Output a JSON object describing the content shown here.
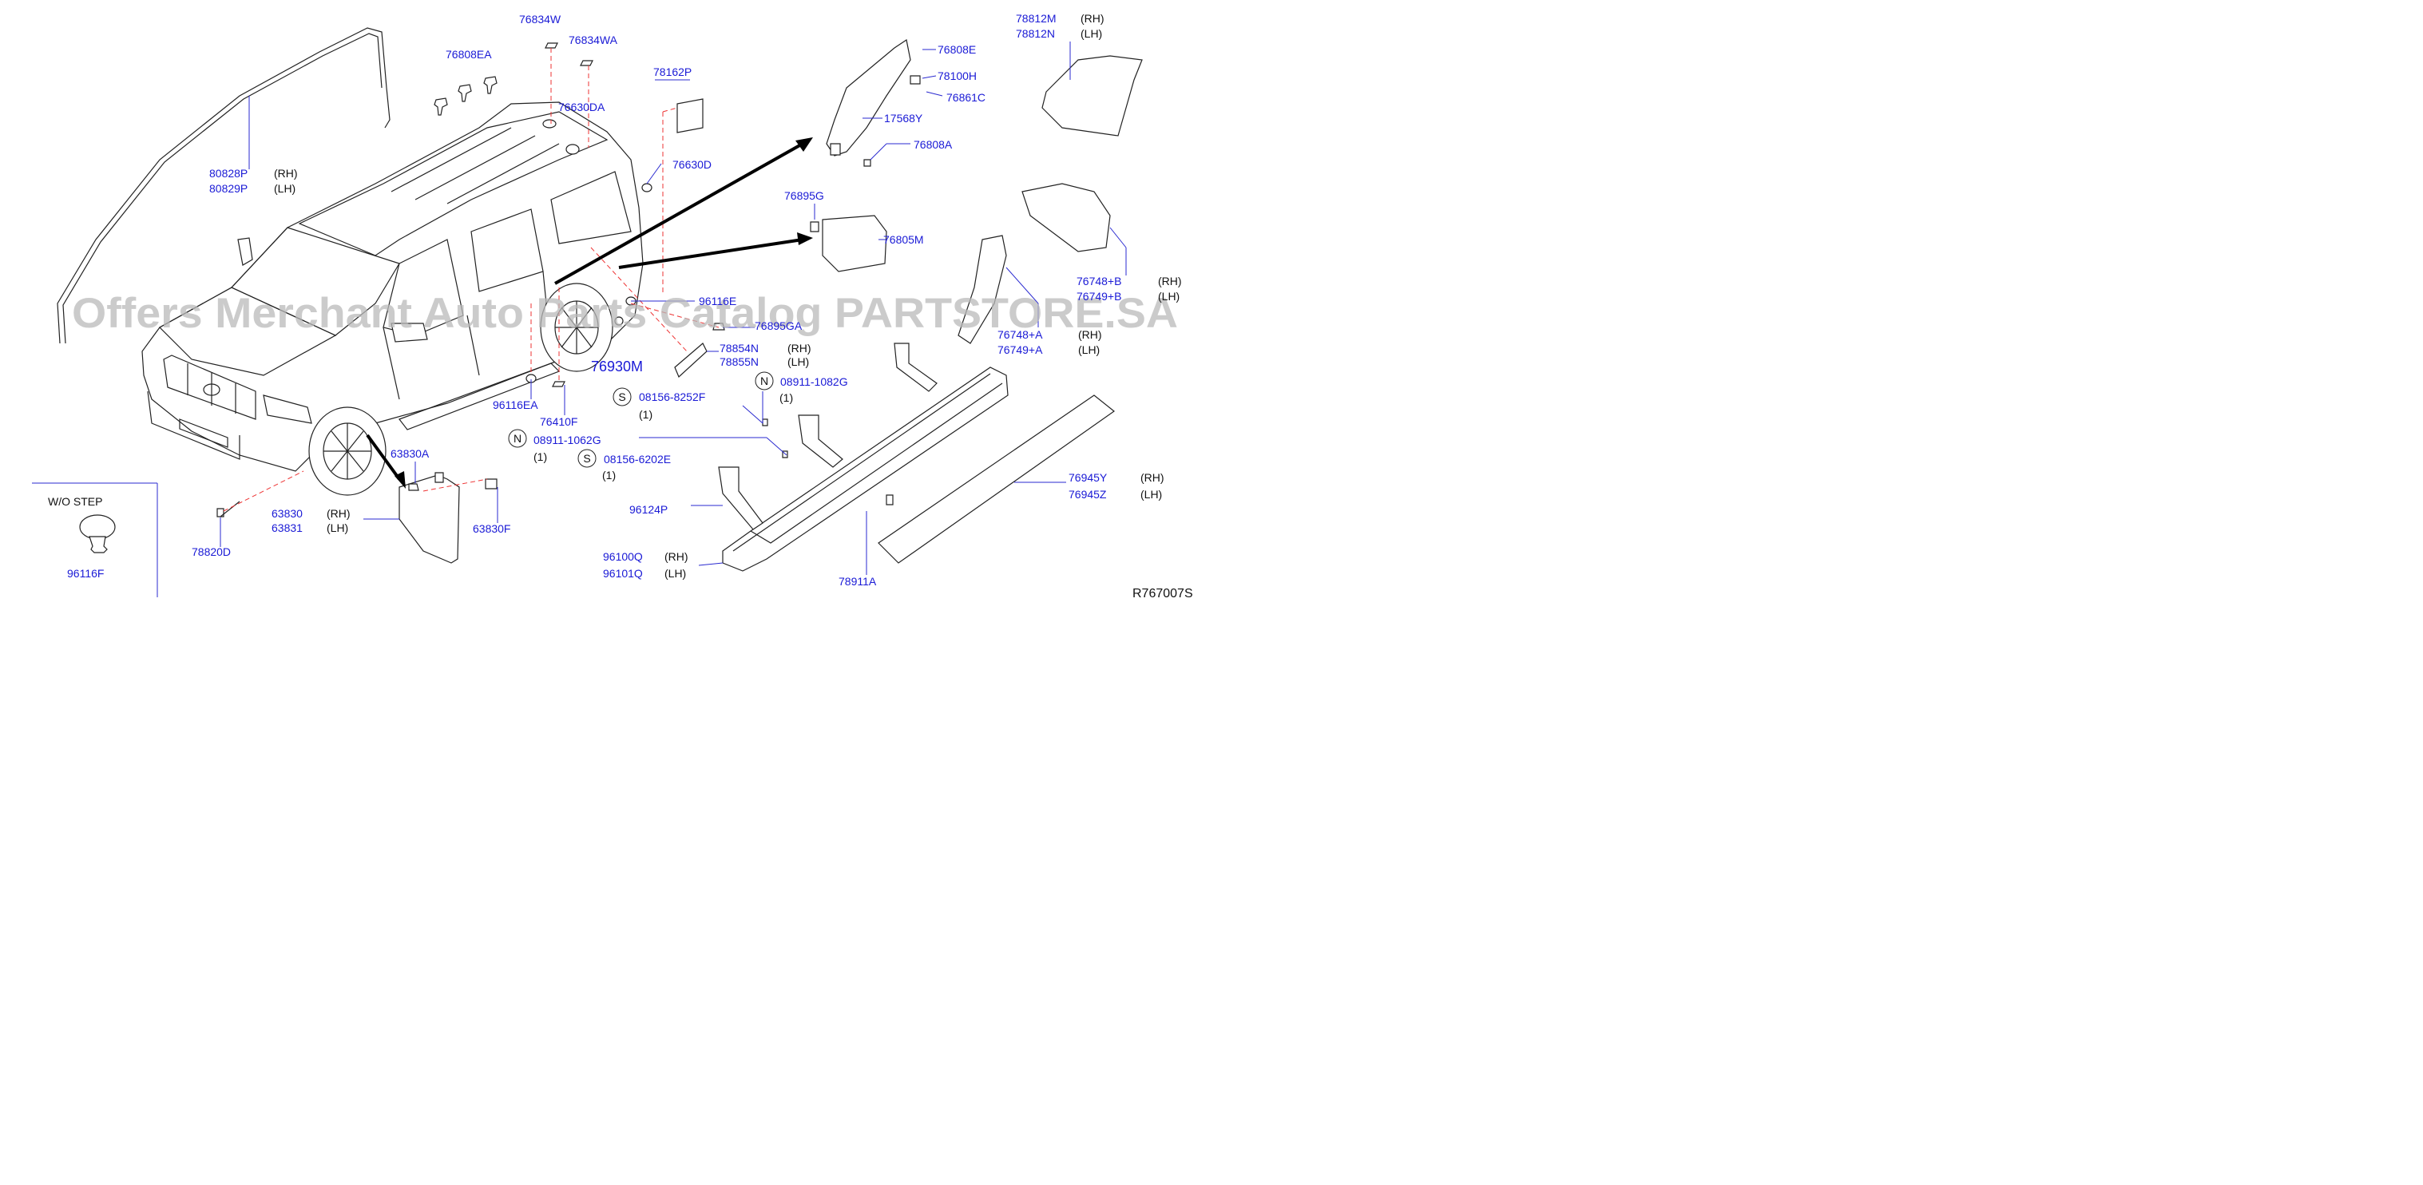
{
  "diagram": {
    "reference_code": "R767007S",
    "watermark": "Offers Merchant Auto Parts Catalog PARTSTORE.SA",
    "inset_title": "W/O  STEP",
    "labels": {
      "p80828P": "80828P",
      "p80829P": "80829P",
      "p76808EA": "76808EA",
      "p76834W": "76834W",
      "p76834WA": "76834WA",
      "p76630DA": "76630DA",
      "p78162P": "78162P",
      "p76630D": "76630D",
      "p96116E": "96116E",
      "p76895GA": "76895GA",
      "p76930M": "76930M",
      "p78854N": "78854N",
      "p78855N": "78855N",
      "p96116EA": "96116EA",
      "p76410F": "76410F",
      "p08156_8252F": "08156-8252F",
      "p08911_1082G": "08911-1082G",
      "p08911_1062G": "08911-1062G",
      "p08156_6202E": "08156-6202E",
      "p63830A": "63830A",
      "p63830": "63830",
      "p63831": "63831",
      "p63830F": "63830F",
      "p78820D": "78820D",
      "p96116F": "96116F",
      "p96124P": "96124P",
      "p96100Q": "96100Q",
      "p96101Q": "96101Q",
      "p78911A": "78911A",
      "p76945Y": "76945Y",
      "p76945Z": "76945Z",
      "p76808E": "76808E",
      "p78100H": "78100H",
      "p76861C": "76861C",
      "p17568Y": "17568Y",
      "p76808A": "76808A",
      "p76895G": "76895G",
      "p76805M": "76805M",
      "p78812M": "78812M",
      "p78812N": "78812N",
      "p76748B": "76748+B",
      "p76749B": "76749+B",
      "p76748A": "76748+A",
      "p76749A": "76749+A"
    },
    "side": {
      "rh": "(RH)",
      "lh": "(LH)"
    },
    "qty": {
      "one": "(1)"
    },
    "symbols": {
      "s": "S",
      "n": "N"
    }
  }
}
